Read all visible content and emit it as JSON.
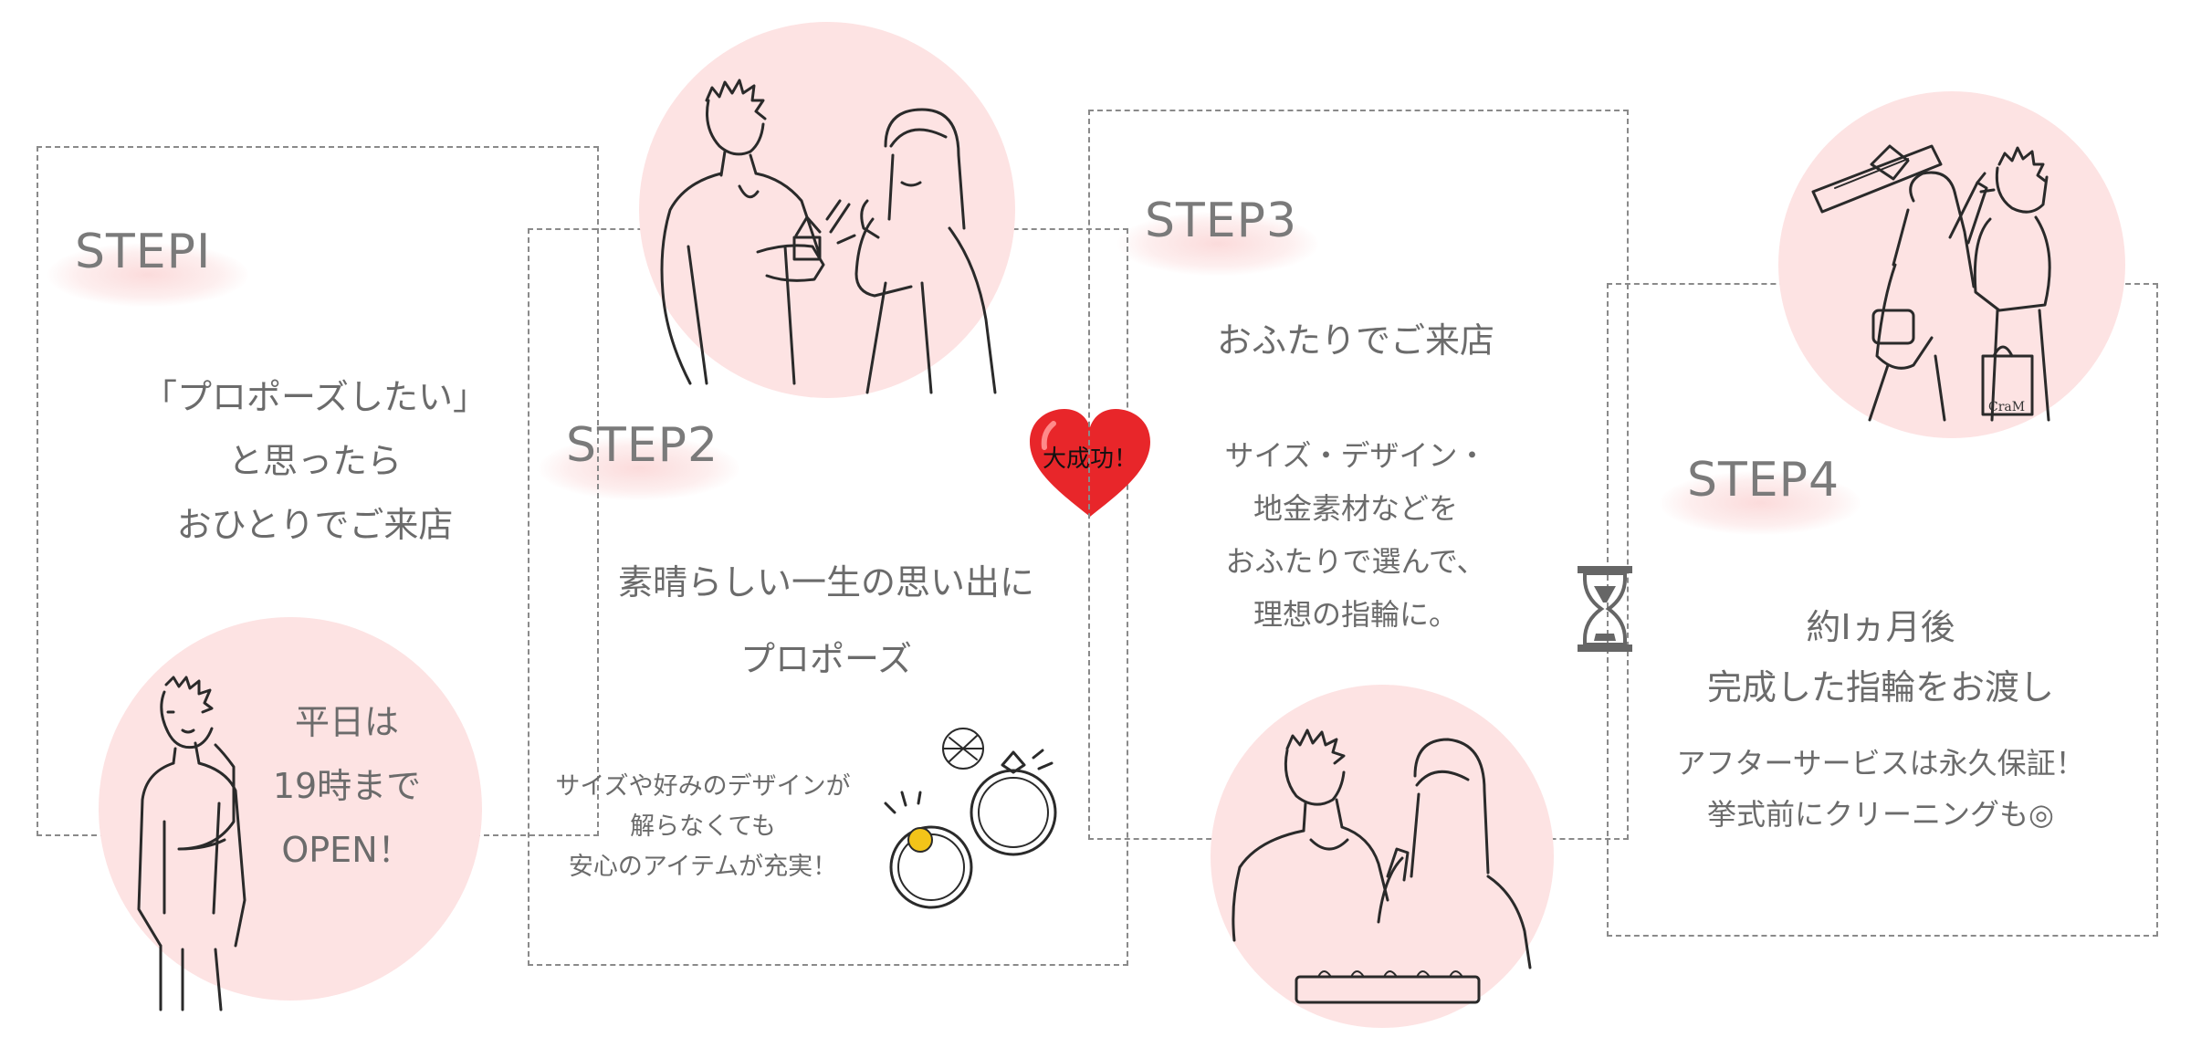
{
  "step1": {
    "label": "STEPⅠ",
    "lines": [
      "「プロポーズしたい」",
      "と思ったら",
      "おひとりでご来店"
    ],
    "hours": [
      "平日は",
      "19時まで",
      "OPEN！"
    ]
  },
  "step2": {
    "label": "STEP2",
    "lines": [
      "素晴らしい一生の思い出に",
      "プロポーズ"
    ],
    "note": [
      "サイズや好みのデザインが",
      "解らなくても",
      "安心のアイテムが充実！"
    ]
  },
  "heart": {
    "text": "大成功！",
    "color": "#e8262a"
  },
  "step3": {
    "label": "STEP3",
    "title": "おふたりでご来店",
    "lines": [
      "サイズ・デザイン・",
      "地金素材などを",
      "おふたりで選んで、",
      "理想の指輪に。"
    ]
  },
  "step4": {
    "label": "STEP4",
    "title": [
      "約Ⅰヵ月後",
      "完成した指輪をお渡し"
    ],
    "lines": [
      "アフターサービスは永久保証！",
      "挙式前にクリーニングも◎"
    ],
    "bag_text": "CraM"
  },
  "colors": {
    "circle": "#fde3e3",
    "text": "#6b6b6b",
    "border": "#8a8a8a"
  }
}
